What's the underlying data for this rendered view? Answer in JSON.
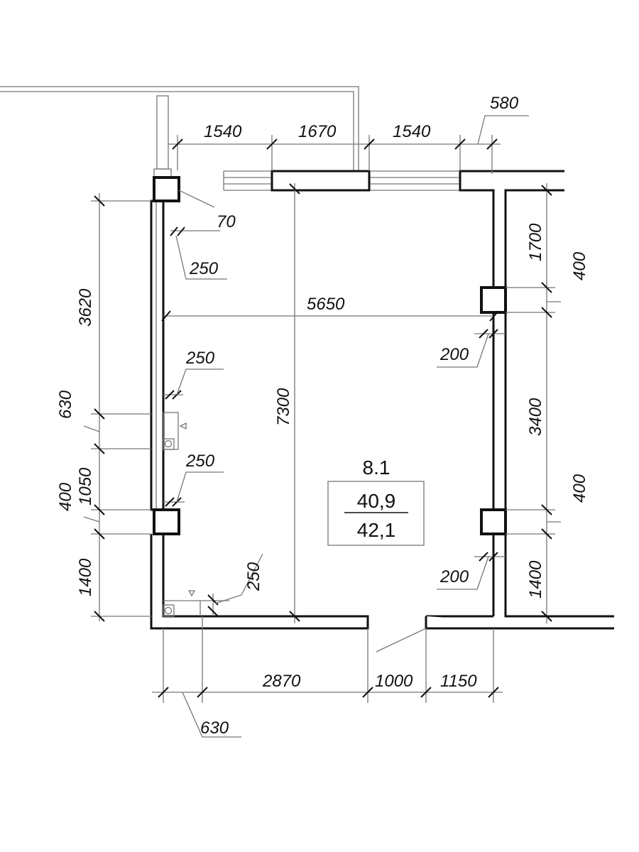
{
  "plan": {
    "room": {
      "number": "8.1",
      "area_1": "40,9",
      "area_2": "42,1"
    },
    "dimensions_top": [
      "1540",
      "1670",
      "1540",
      "580"
    ],
    "dimensions_left": [
      "3620",
      "630",
      "1050",
      "400",
      "1400"
    ],
    "dimensions_right": [
      "1700",
      "400",
      "3400",
      "400",
      "1400"
    ],
    "dimensions_bottom": [
      "630",
      "2870",
      "1000",
      "1150"
    ],
    "inner": {
      "width": "5650",
      "depth": "7300"
    },
    "callouts": [
      "70",
      "250",
      "250",
      "250",
      "250",
      "200",
      "200"
    ]
  }
}
